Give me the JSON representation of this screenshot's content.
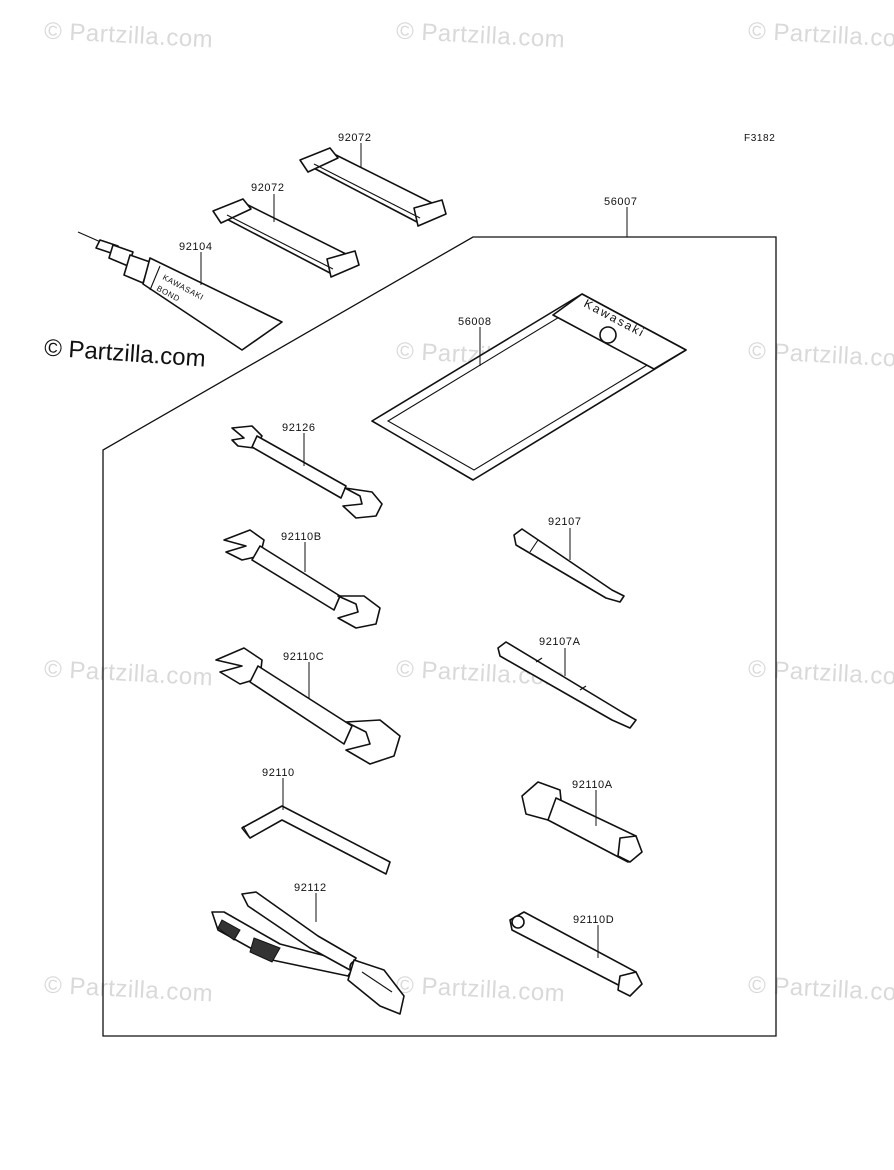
{
  "watermark_text": "© Partzilla.com",
  "figure_code": "F3182",
  "pouch_brand": "Kawasaki",
  "tube_text": [
    "KAWASAKI",
    "BOND"
  ],
  "callouts": {
    "strap_upper": "92072",
    "strap_lower": "92072",
    "bond_tube": "92104",
    "tool_kit": "56007",
    "tool_case": "56008",
    "wrench_92126": "92126",
    "wrench_92110b": "92110B",
    "wrench_92110c": "92110C",
    "hex_key": "92110",
    "pliers": "92112",
    "screwdriver_phillips": "92107",
    "screwdriver_combo": "92107A",
    "plug_wrench": "92110A",
    "box_wrench": "92110D"
  }
}
